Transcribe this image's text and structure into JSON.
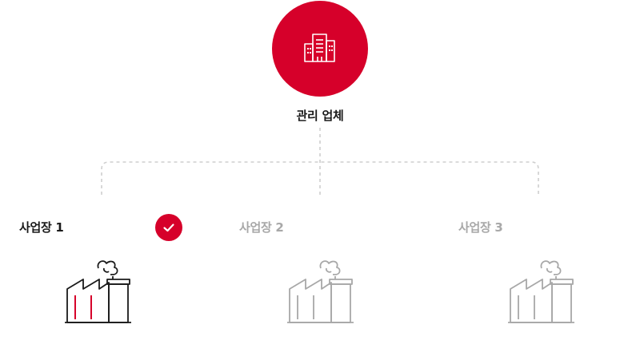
{
  "headquarters": {
    "label": "관리 업체",
    "icon": "buildings-icon",
    "color": "#d6002a"
  },
  "sites": [
    {
      "label": "사업장 1",
      "selected": true,
      "icon": "factory-icon"
    },
    {
      "label": "사업장 2",
      "selected": false,
      "icon": "factory-icon"
    },
    {
      "label": "사업장 3",
      "selected": false,
      "icon": "factory-icon"
    }
  ],
  "colors": {
    "accent": "#d6002a",
    "active_text": "#1a1a1a",
    "inactive": "#a8a8a8",
    "connector": "#cfcfcf"
  }
}
